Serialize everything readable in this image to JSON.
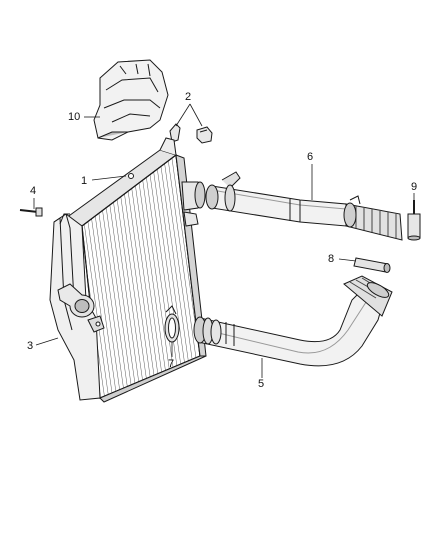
{
  "callouts": [
    {
      "id": "c1",
      "text": "1"
    },
    {
      "id": "c2",
      "text": "2"
    },
    {
      "id": "c3",
      "text": "3"
    },
    {
      "id": "c4",
      "text": "4"
    },
    {
      "id": "c5",
      "text": "5"
    },
    {
      "id": "c6",
      "text": "6"
    },
    {
      "id": "c7",
      "text": "7"
    },
    {
      "id": "c8",
      "text": "8"
    },
    {
      "id": "c9",
      "text": "9"
    },
    {
      "id": "c10",
      "text": "10"
    }
  ],
  "colors": {
    "line": "#1a1a1a",
    "shade": "#bdbdbd",
    "fill": "#f2f2f2",
    "background": "#ffffff"
  }
}
